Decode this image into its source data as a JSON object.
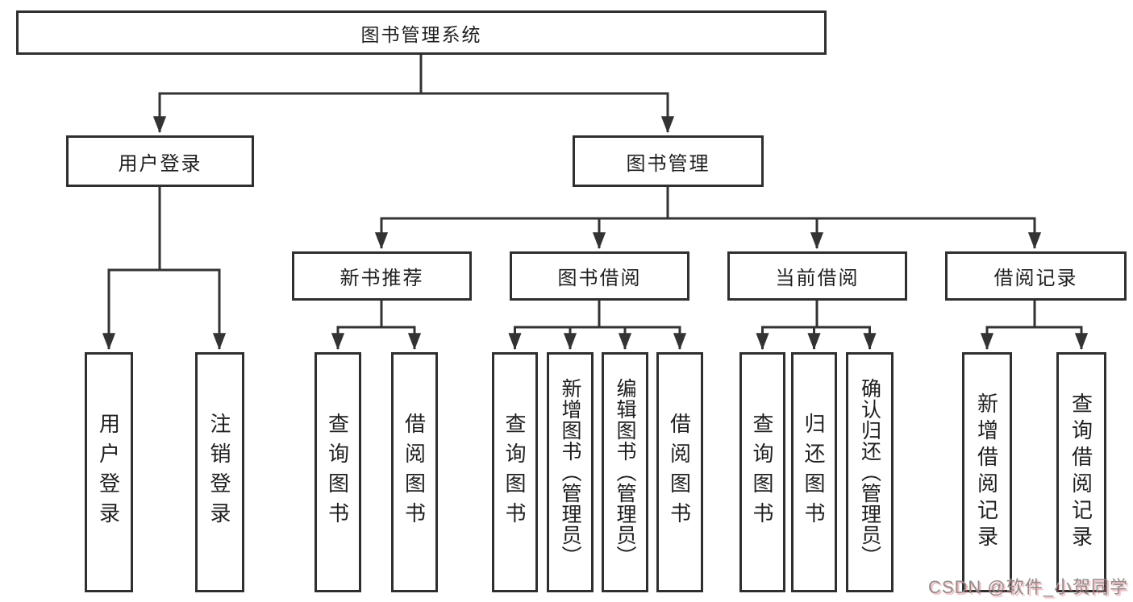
{
  "diagram": {
    "root": {
      "label": "图书管理系统"
    },
    "level1": [
      {
        "id": "user-login",
        "label": "用户登录"
      },
      {
        "id": "book-management",
        "label": "图书管理"
      }
    ],
    "level2": [
      {
        "id": "new-book-recommend",
        "label": "新书推荐"
      },
      {
        "id": "book-borrow",
        "label": "图书借阅"
      },
      {
        "id": "current-borrow",
        "label": "当前借阅"
      },
      {
        "id": "borrow-records",
        "label": "借阅记录"
      }
    ],
    "level3": {
      "user_login": [
        {
          "label": "用户登录"
        },
        {
          "label": "注销登录"
        }
      ],
      "new_book_recommend": [
        {
          "label": "查询图书"
        },
        {
          "label": "借阅图书"
        }
      ],
      "book_borrow": [
        {
          "label": "查询图书"
        },
        {
          "label": "新增图书（管理员）"
        },
        {
          "label": "编辑图书（管理员）"
        },
        {
          "label": "借阅图书"
        }
      ],
      "current_borrow": [
        {
          "label": "查询图书"
        },
        {
          "label": "归还图书"
        },
        {
          "label": "确认归还（管理员）"
        }
      ],
      "borrow_records": [
        {
          "label": "新增借阅记录"
        },
        {
          "label": "查询借阅记录"
        }
      ]
    }
  },
  "watermark": {
    "text": "CSDN @软件_小贺同学"
  },
  "colors": {
    "line": "#333333",
    "box_border": "#2f2f2f",
    "text": "#1f1f1f",
    "background": "#ffffff",
    "watermark_text": "#8d8d8d",
    "watermark_shadow": "#e95a64"
  }
}
